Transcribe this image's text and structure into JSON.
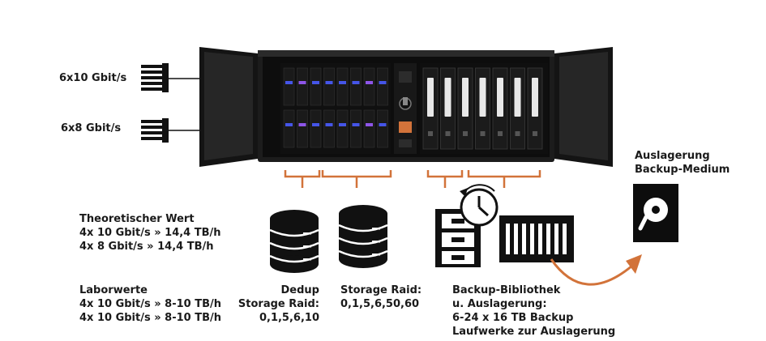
{
  "ports": {
    "top": "6x10 Gbit/s",
    "bottom": "6x8 Gbit/s"
  },
  "offsite": {
    "line1": "Auslagerung",
    "line2": "Backup-Medium"
  },
  "theoretical": {
    "title": "Theoretischer Wert",
    "line1": "4x 10 Gbit/s » 14,4 TB/h",
    "line2": "4x 8 Gbit/s » 14,4 TB/h"
  },
  "lab": {
    "title": "Laborwerte",
    "line1": "4x 10 Gbit/s » 8-10 TB/h",
    "line2": "4x 10 Gbit/s » 8-10 TB/h"
  },
  "dedup": {
    "line1": "Dedup",
    "line2": "Storage Raid:",
    "line3": "0,1,5,6,10"
  },
  "storage": {
    "line1": "Storage Raid:",
    "line2": "0,1,5,6,50,60"
  },
  "library": {
    "line1": "Backup-Bibliothek",
    "line2": "u. Auslagerung:",
    "line3": "6-24 x 16 TB Backup",
    "line4": "Laufwerke zur Auslagerung"
  },
  "colors": {
    "accent": "#d2733a",
    "server": "#1c1c1c",
    "drive_led": "#4a5cff",
    "drive_led_violet": "#9b5cff"
  }
}
